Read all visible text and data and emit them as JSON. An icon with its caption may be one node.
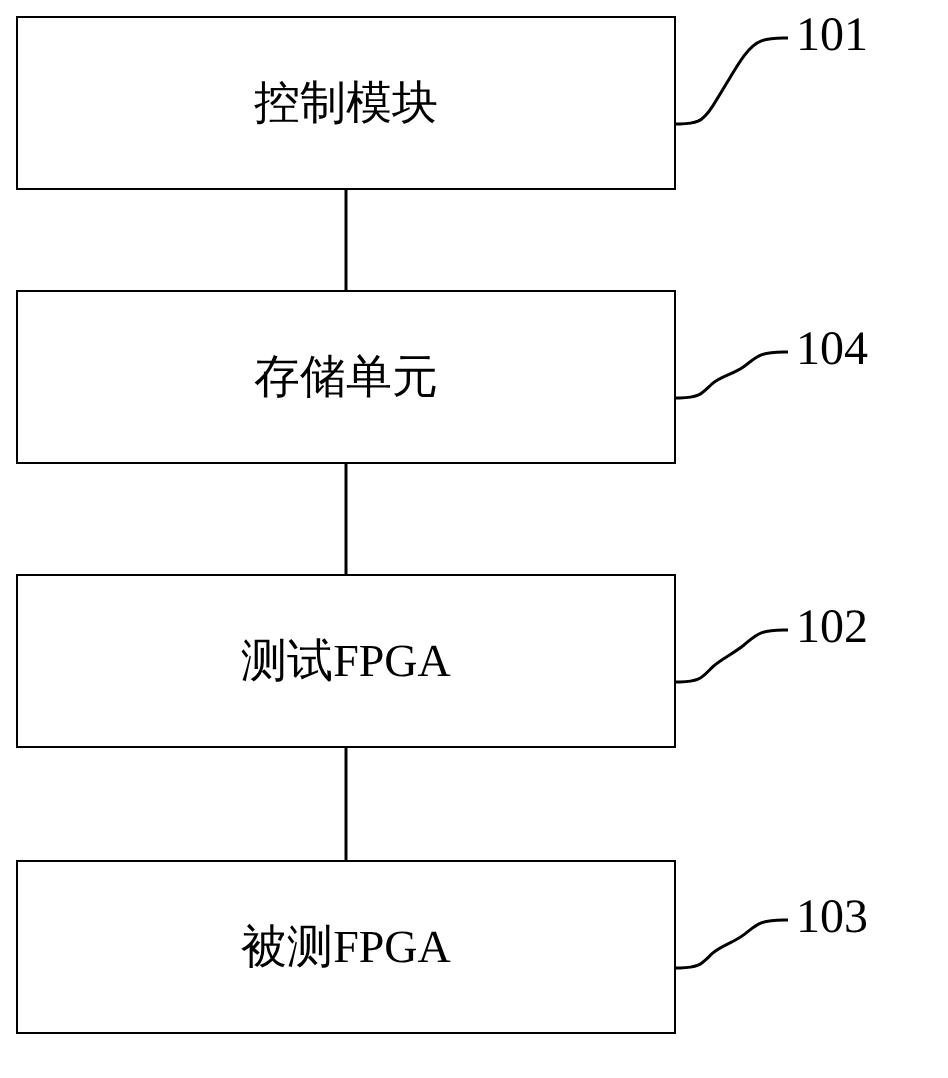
{
  "diagram": {
    "nodes": [
      {
        "text": [
          "控制模块"
        ]
      },
      {
        "text": [
          "存储单元"
        ]
      },
      {
        "text": [
          "测试FPGA"
        ]
      },
      {
        "text": [
          "被测FPGA"
        ]
      },
      {
        "text": [
          "101"
        ]
      },
      {
        "text": [
          "104"
        ]
      },
      {
        "text": [
          "102"
        ]
      },
      {
        "text": [
          "103"
        ]
      }
    ],
    "edges": [
      {
        "from": 0,
        "to": 1,
        "arrow": "none"
      },
      {
        "from": 1,
        "to": 2,
        "arrow": "none"
      },
      {
        "from": 2,
        "to": 3,
        "arrow": "none"
      },
      {
        "from": 4,
        "to": 0,
        "arrow": "none"
      },
      {
        "from": 5,
        "to": 1,
        "arrow": "none"
      },
      {
        "from": 6,
        "to": 2,
        "arrow": "none"
      },
      {
        "from": 7,
        "to": 3,
        "arrow": "none"
      }
    ]
  }
}
